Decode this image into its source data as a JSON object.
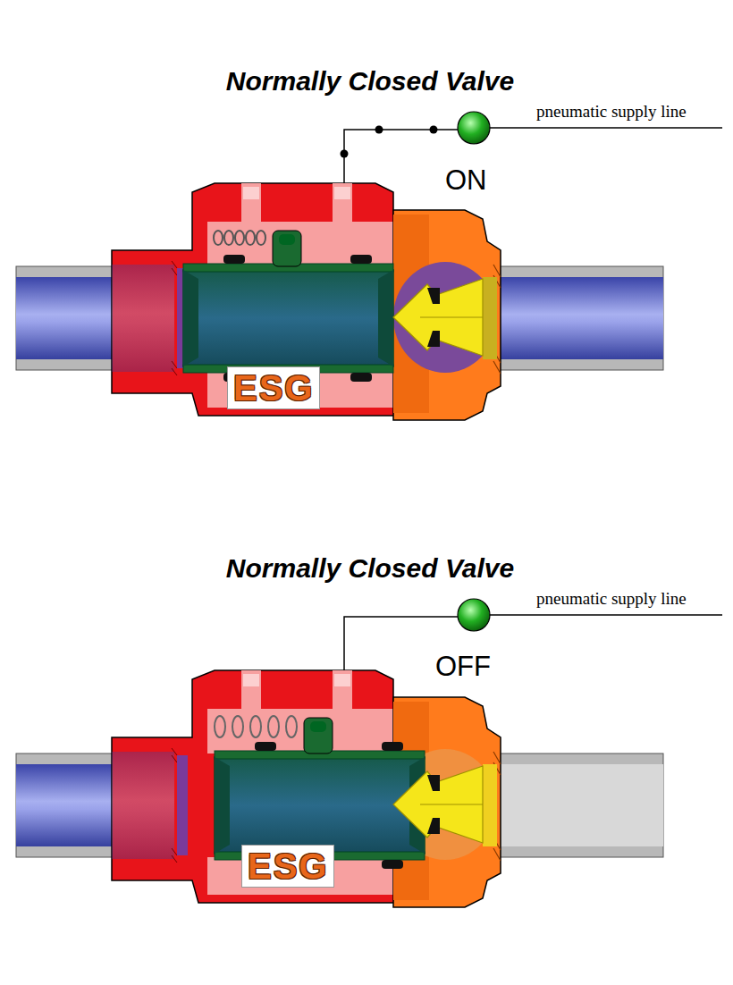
{
  "diagram": {
    "labels": [
      "Normally Closed Valve",
      "pneumatic supply line",
      "ON",
      "ESG",
      "Normally Closed Valve",
      "pneumatic supply line",
      "OFF",
      "ESG"
    ]
  }
}
